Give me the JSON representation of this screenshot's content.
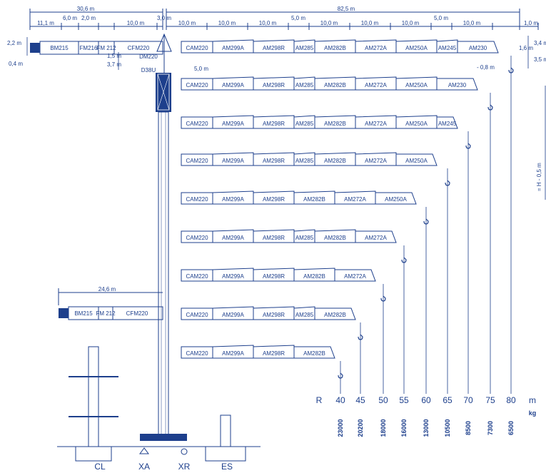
{
  "top_dims": {
    "total_counter": "30,6 m",
    "total_jib": "82,5 m",
    "counter_parts": [
      "11,1 m",
      "6,0 m",
      "2,0 m",
      "10,0 m",
      "3,0 m"
    ],
    "jib_parts": [
      "10,0 m",
      "10,0 m",
      "10,0 m",
      "5,0 m",
      "10,0 m",
      "10,0 m",
      "10,0 m",
      "5,0 m",
      "10,0 m",
      "1,0 m"
    ]
  },
  "side_dims": {
    "left_top": "2,2 m",
    "left_bottom": "0,4 m",
    "mid_1": "1,5 m",
    "mid_2": "3,7 m",
    "right_1": "1,6 m",
    "right_2": "3,4 m",
    "right_3": "3,5 m",
    "trolley_offset": "5,0 m",
    "hook_offset": "- 0,8 m",
    "height_note": "= H - 0,5 m"
  },
  "counter_jib": [
    "BM215",
    "FM216",
    "FM 212",
    "CFM220"
  ],
  "small_labels": [
    "DM220",
    "D38U"
  ],
  "jib_configs": [
    {
      "radius": "80",
      "sections": [
        "CAM220",
        "AM299A",
        "AM298R",
        "AM285",
        "AM282B",
        "AM272A",
        "AM250A",
        "AM245",
        "AM230"
      ]
    },
    {
      "radius": "75",
      "sections": [
        "CAM220",
        "AM299A",
        "AM298R",
        "AM285",
        "AM282B",
        "AM272A",
        "AM250A",
        "AM230"
      ]
    },
    {
      "radius": "70",
      "sections": [
        "CAM220",
        "AM299A",
        "AM298R",
        "AM285",
        "AM282B",
        "AM272A",
        "AM250A",
        "AM245"
      ]
    },
    {
      "radius": "65",
      "sections": [
        "CAM220",
        "AM299A",
        "AM298R",
        "AM285",
        "AM282B",
        "AM272A",
        "AM250A"
      ]
    },
    {
      "radius": "60",
      "sections": [
        "CAM220",
        "AM299A",
        "AM298R",
        "AM282B",
        "AM272A",
        "AM250A"
      ]
    },
    {
      "radius": "55",
      "sections": [
        "CAM220",
        "AM299A",
        "AM298R",
        "AM285",
        "AM282B",
        "AM272A"
      ]
    },
    {
      "radius": "50",
      "sections": [
        "CAM220",
        "AM299A",
        "AM298R",
        "AM282B",
        "AM272A"
      ]
    },
    {
      "radius": "45",
      "sections": [
        "CAM220",
        "AM299A",
        "AM298R",
        "AM285",
        "AM282B"
      ]
    },
    {
      "radius": "40",
      "sections": [
        "CAM220",
        "AM299A",
        "AM298R",
        "AM282B"
      ]
    }
  ],
  "short_counter_jib": {
    "length": "24,6 m",
    "sections": [
      "BM215",
      "FM 212",
      "CFM220"
    ]
  },
  "radius_label": "R",
  "radius_unit": "m",
  "weight_unit": "kg",
  "radii": [
    "40",
    "45",
    "50",
    "55",
    "60",
    "65",
    "70",
    "75",
    "80"
  ],
  "weights": [
    "23000",
    "20200",
    "18000",
    "16000",
    "13000",
    "10500",
    "8500",
    "7300",
    "6500"
  ],
  "base_labels": [
    "CL",
    "XA",
    "XR",
    "ES"
  ],
  "accent": "#1d3f8c"
}
